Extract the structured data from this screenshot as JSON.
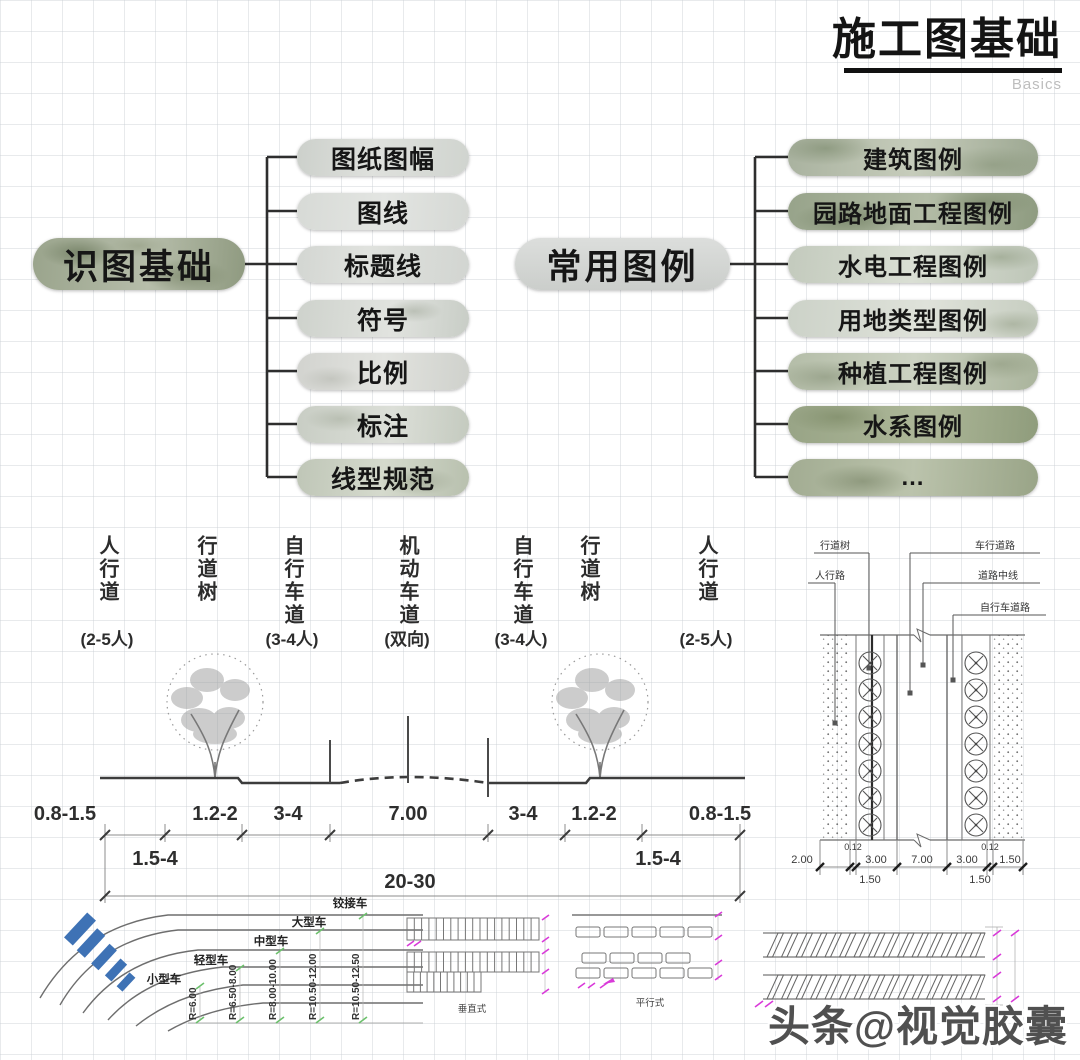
{
  "header": {
    "title": "施工图基础",
    "subtitle": "Basics"
  },
  "mindmap_left": {
    "root": "识图基础",
    "branches": [
      "图纸图幅",
      "图线",
      "标题线",
      "符号",
      "比例",
      "标注",
      "线型规范"
    ]
  },
  "mindmap_right": {
    "root": "常用图例",
    "branches": [
      "建筑图例",
      "园路地面工程图例",
      "水电工程图例",
      "用地类型图例",
      "种植工程图例",
      "水系图例",
      "…"
    ]
  },
  "cross_section": {
    "lane_labels": [
      "人行道",
      "行道树",
      "自行车道",
      "机动车道",
      "自行车道",
      "行道树",
      "人行道"
    ],
    "lane_sublabels": [
      "(2-5人)",
      "(3-4人)",
      "(双向)",
      "(3-4人)",
      "(2-5人)"
    ],
    "dims_row1": [
      "0.8-1.5",
      "1.2-2",
      "3-4",
      "7.00",
      "3-4",
      "1.2-2",
      "0.8-1.5"
    ],
    "dims_row2_left": "1.5-4",
    "dims_row2_right": "1.5-4",
    "dim_total": "20-30"
  },
  "plan_view": {
    "label_tree": "行道树",
    "label_sidewalk": "人行路",
    "label_road": "车行道路",
    "label_centerline": "道路中线",
    "label_bike": "自行车道路",
    "dims": [
      "2.00",
      "0.12",
      "3.00",
      "7.00",
      "3.00",
      "0.12",
      "1.50"
    ],
    "dims_sub_left": "1.50",
    "dims_sub_right": "1.50"
  },
  "turning_radius": {
    "vehicles": [
      {
        "name": "小型车",
        "radius": "R=6.00"
      },
      {
        "name": "轻型车",
        "radius": "R=6.50-8.00"
      },
      {
        "name": "中型车",
        "radius": "R=8.00-10.00"
      },
      {
        "name": "大型车",
        "radius": "R=10.50-12.00"
      },
      {
        "name": "铰接车",
        "radius": "R=10.50-12.50"
      }
    ]
  },
  "parking": {
    "perpendicular_caption": "垂直式",
    "parallel_caption": "平行式"
  },
  "watermark": "头条@视觉胶囊",
  "colors": {
    "car_blue": "#3e72b5",
    "dim_magenta": "#d93ad9",
    "tick_green": "#6cc06c",
    "ink": "#2e2e2e"
  }
}
